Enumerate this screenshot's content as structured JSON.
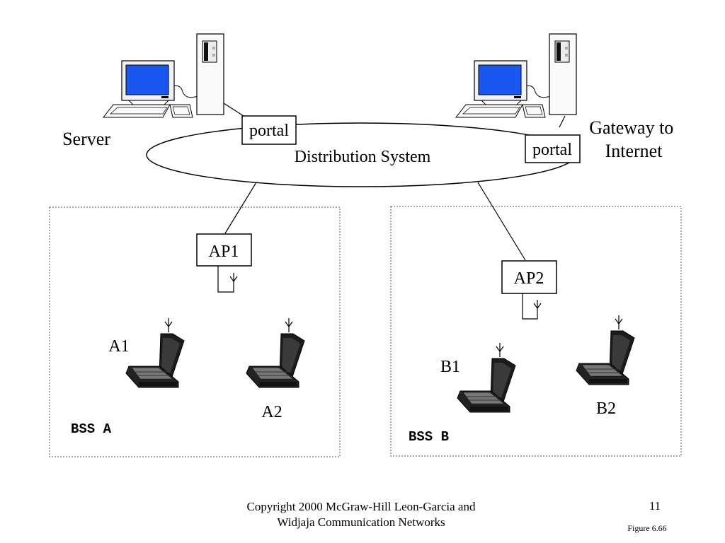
{
  "labels": {
    "server": "Server",
    "gateway": "Gateway to Internet",
    "distribution_system": "Distribution System",
    "portal_left": "portal",
    "portal_right": "portal",
    "ap1": "AP1",
    "ap2": "AP2",
    "a1": "A1",
    "a2": "A2",
    "b1": "B1",
    "b2": "B2",
    "bss_a": "BSS A",
    "bss_b": "BSS B"
  },
  "footer": {
    "copyright": "Copyright 2000 McGraw-Hill Leon-Garcia and Widjaja Communication Networks",
    "slide_number": "11",
    "figure": "Figure 6.66"
  },
  "colors": {
    "monitor_screen": "#1a57f0",
    "laptop_body": "#1a1a1a"
  }
}
